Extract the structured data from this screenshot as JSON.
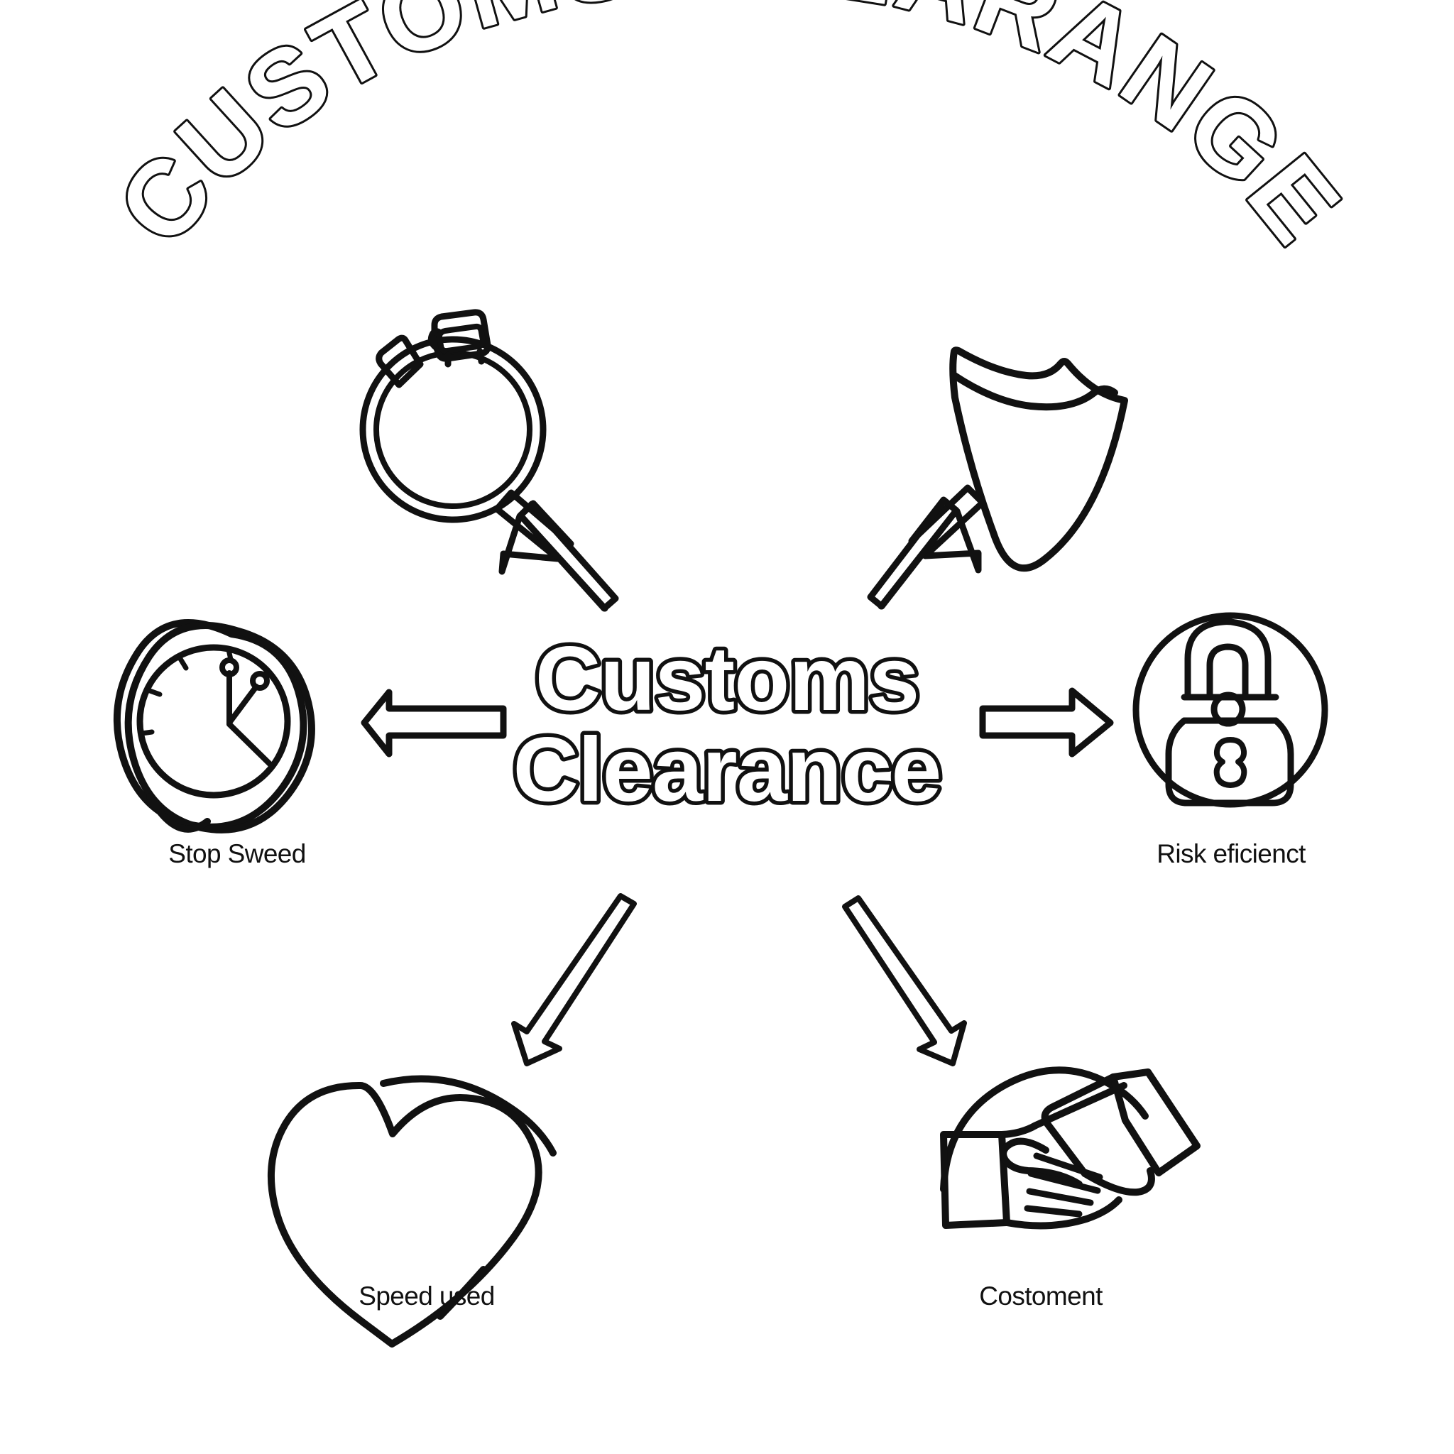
{
  "poster": {
    "arch_title": "CUSTOMS CLEARANGE",
    "center_title_line1": "Customs",
    "center_title_line2": "Clearance",
    "background_color": "#ffffff",
    "ink_color": "#111111"
  },
  "nodes": [
    {
      "id": "stopwatch",
      "icon": "stopwatch-icon",
      "label": "",
      "position": "top-left",
      "arrow": "arrow-up-left"
    },
    {
      "id": "shield",
      "icon": "shield-icon",
      "label": "",
      "position": "top-right",
      "arrow": "arrow-up-right"
    },
    {
      "id": "clock",
      "icon": "clock-icon",
      "label": "Stop Sweed",
      "position": "left",
      "arrow": "arrow-left"
    },
    {
      "id": "lock",
      "icon": "padlock-circle-icon",
      "label": "Risk eficienct",
      "position": "right",
      "arrow": "arrow-right"
    },
    {
      "id": "heart",
      "icon": "heart-icon",
      "label": "Speed used",
      "position": "bottom-left",
      "arrow": "arrow-down-left"
    },
    {
      "id": "handshake",
      "icon": "handshake-icon",
      "label": "Costoment",
      "position": "bottom-right",
      "arrow": "arrow-down-right"
    }
  ]
}
